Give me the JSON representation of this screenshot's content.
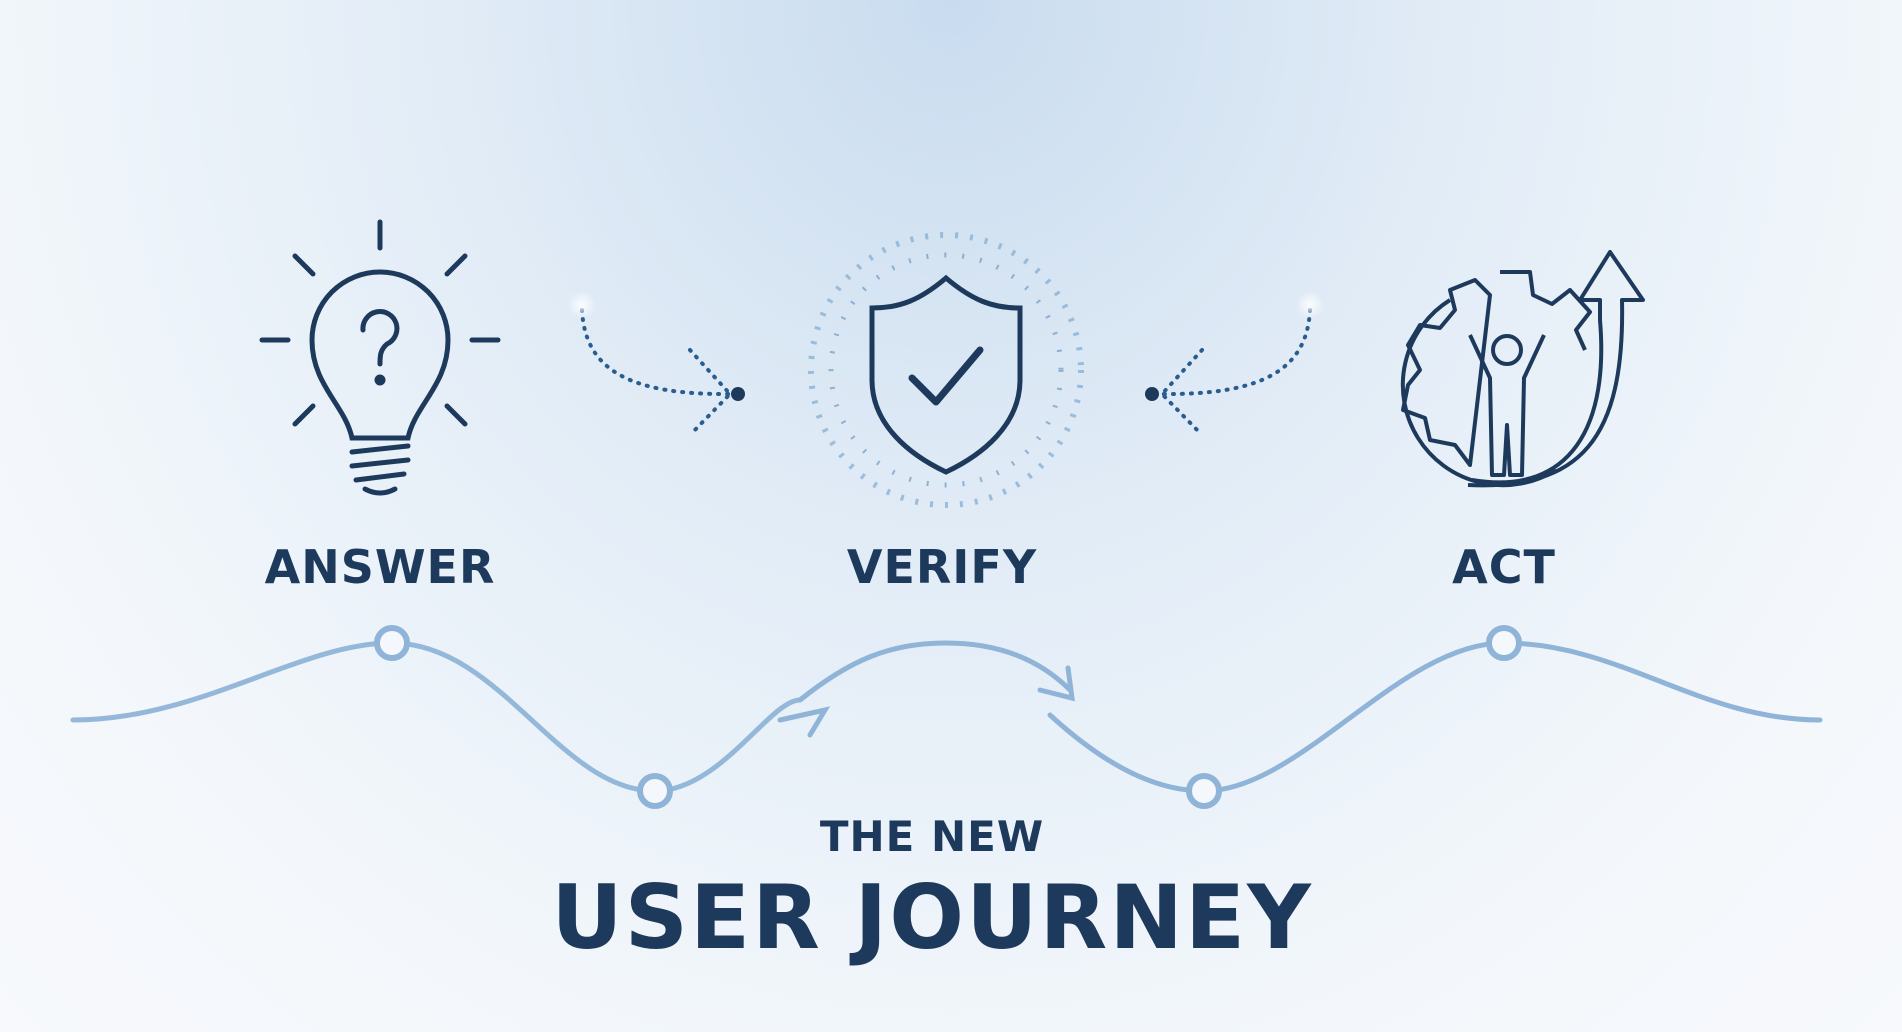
{
  "steps": [
    {
      "label": "ANSWER",
      "icon": "lightbulb-question-icon"
    },
    {
      "label": "VERIFY",
      "icon": "shield-check-icon"
    },
    {
      "label": "ACT",
      "icon": "gear-person-arrow-icon"
    }
  ],
  "title": {
    "line1": "THE NEW",
    "line2": "USER JOURNEY"
  },
  "colors": {
    "text": "#1d3a5c",
    "wave": "#8fb4d8",
    "accent": "#2a5d8f"
  }
}
